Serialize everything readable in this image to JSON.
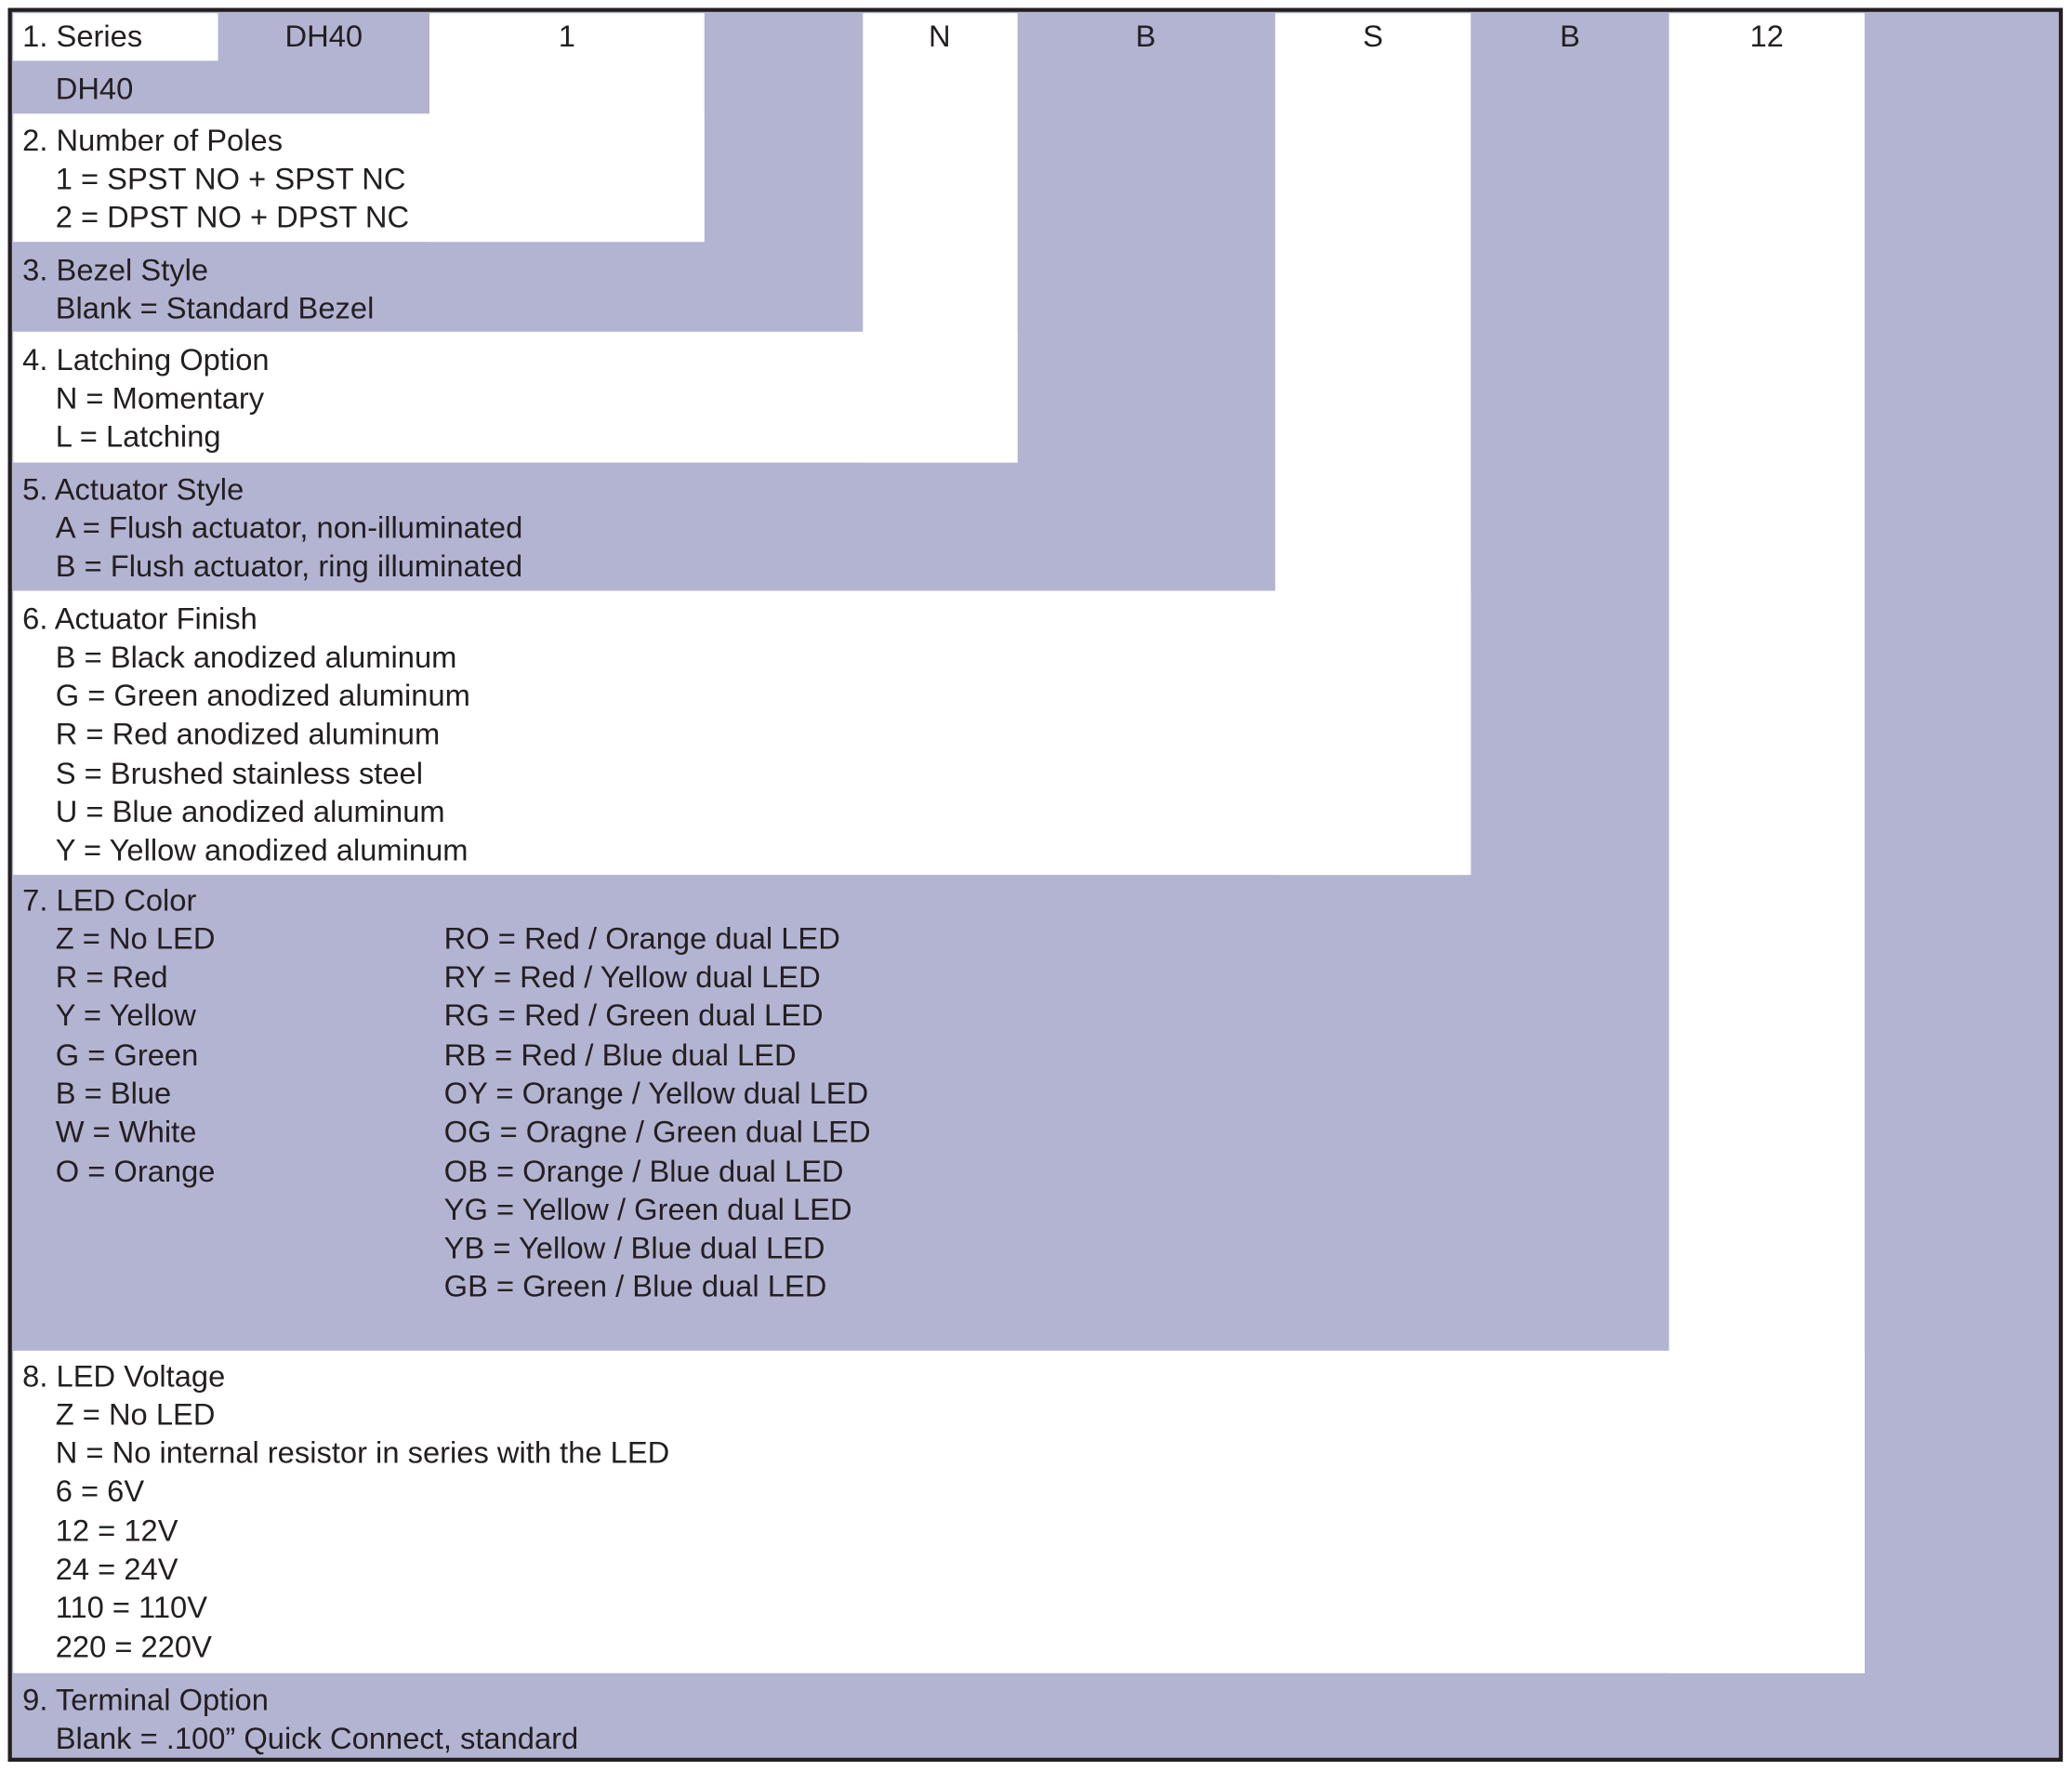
{
  "header": {
    "series_label": "1. Series",
    "codes": [
      "DH40",
      "1",
      "N",
      "B",
      "S",
      "B",
      "12"
    ]
  },
  "sections": [
    {
      "title": "1. Series",
      "options": [
        "DH40"
      ]
    },
    {
      "title": "2. Number of Poles",
      "options": [
        "1 = SPST NO + SPST NC",
        "2 = DPST NO + DPST NC"
      ]
    },
    {
      "title": "3. Bezel Style",
      "options": [
        "Blank = Standard Bezel"
      ]
    },
    {
      "title": "4. Latching Option",
      "options": [
        "N = Momentary",
        "L = Latching"
      ]
    },
    {
      "title": "5. Actuator Style",
      "options": [
        "A = Flush actuator, non-illuminated",
        "B = Flush actuator, ring illuminated"
      ]
    },
    {
      "title": "6. Actuator Finish",
      "options": [
        "B = Black anodized aluminum",
        "G = Green anodized aluminum",
        "R = Red anodized aluminum",
        "S = Brushed stainless steel",
        "U = Blue anodized aluminum",
        "Y = Yellow anodized aluminum"
      ]
    },
    {
      "title": "7. LED Color",
      "options": [
        "Z = No LED",
        "R = Red",
        "Y = Yellow",
        "G = Green",
        "B = Blue",
        "W = White",
        "O = Orange"
      ],
      "options_col2": [
        "RO = Red / Orange dual LED",
        "RY = Red / Yellow dual LED",
        "RG = Red / Green dual LED",
        "RB = Red / Blue dual LED",
        "OY = Orange / Yellow dual LED",
        "OG = Oragne / Green dual LED",
        "OB = Orange / Blue dual LED",
        "YG = Yellow / Green dual LED",
        "YB = Yellow / Blue dual LED",
        "GB = Green / Blue dual LED"
      ]
    },
    {
      "title": "8. LED Voltage",
      "options": [
        "Z = No LED",
        "N = No internal resistor in series with the LED",
        "6 = 6V",
        "12 = 12V",
        "24 = 24V",
        "110 = 110V",
        "220 = 220V"
      ]
    },
    {
      "title": "9. Terminal Option",
      "options": [
        "Blank = .100” Quick Connect, standard"
      ]
    }
  ],
  "colors": {
    "purple": "#b3b3d2",
    "border": "#231f20",
    "white": "#ffffff"
  }
}
